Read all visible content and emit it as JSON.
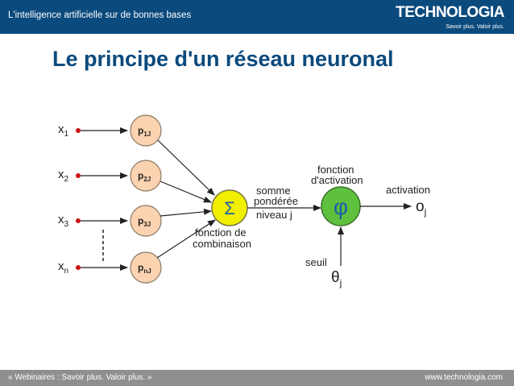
{
  "header": {
    "subtitle": "L'intelligence artificielle sur de bonnes bases",
    "brand": "TECHNOLOGIA",
    "slogan": "Savoir plus. Valoir plus."
  },
  "slide": {
    "title": "Le principe d'un réseau neuronal"
  },
  "diagram": {
    "inputs": [
      {
        "base": "x",
        "sub": "1"
      },
      {
        "base": "x",
        "sub": "2"
      },
      {
        "base": "x",
        "sub": "3"
      },
      {
        "base": "x",
        "sub": "n"
      }
    ],
    "weights": [
      {
        "base": "p",
        "sub": "1J"
      },
      {
        "base": "p",
        "sub": "2J"
      },
      {
        "base": "p",
        "sub": "3J"
      },
      {
        "base": "p",
        "sub": "nJ"
      }
    ],
    "sum_symbol": "Σ",
    "activation_symbol": "φ",
    "combination_label_1": "fonction de",
    "combination_label_2": "combinaison",
    "weighted_sum_label_1": "somme",
    "weighted_sum_label_2": "pondérée",
    "level_label": "niveau j",
    "activation_function_label_1": "fonction",
    "activation_function_label_2": "d'activation",
    "activation_label": "activation",
    "output": {
      "base": "o",
      "sub": "j"
    },
    "threshold_label": "seuil",
    "threshold": {
      "base": "θ",
      "sub": "j"
    },
    "colors": {
      "weight_fill": "#fbd3b0",
      "sum_fill": "#f2ee00",
      "activation_fill": "#5ec13d",
      "input_dot": "#cc1111",
      "line": "#222222"
    }
  },
  "footer": {
    "left": "« Webinaires : Savoir plus. Valoir plus. »",
    "right": "www.technologia.com"
  }
}
